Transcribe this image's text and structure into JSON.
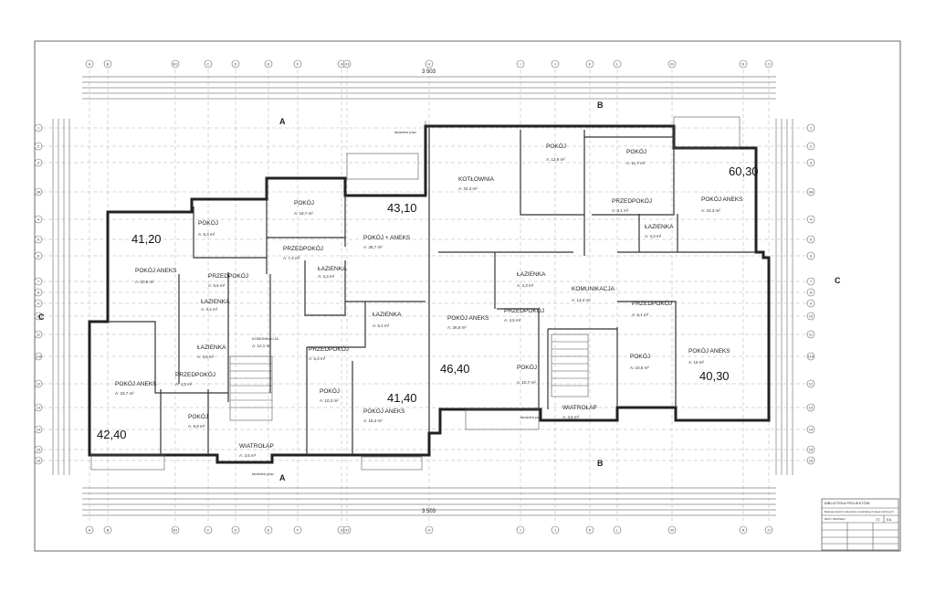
{
  "drawing": {
    "overall_dimension": "3 503",
    "grid_columns_top": [
      "A",
      "B",
      "B1",
      "C",
      "D",
      "E",
      "F",
      "G",
      "G1",
      "H",
      "I",
      "J",
      "K",
      "L",
      "M",
      "N",
      "O"
    ],
    "grid_rows": [
      "1",
      "2",
      "3",
      "3A",
      "4",
      "5",
      "6",
      "7",
      "8",
      "9",
      "10",
      "11",
      "11A",
      "12",
      "13",
      "14",
      "15",
      "16"
    ],
    "section_marks": [
      "A",
      "A",
      "B",
      "B",
      "C",
      "C"
    ],
    "apartment_areas": [
      "41,20",
      "43,10",
      "60,30",
      "46,40",
      "41,40",
      "40,30",
      "42,40"
    ],
    "rooms": [
      {
        "name": "POKÓJ",
        "area": "A: 9,3 m²"
      },
      {
        "name": "POKÓJ ANEKS",
        "area": "A: 20,9 m²"
      },
      {
        "name": "PRZEDPOKÓJ",
        "area": "A: 6,6 m²"
      },
      {
        "name": "ŁAZIENKA",
        "area": "A: 4,4 m²"
      },
      {
        "name": "POKÓJ",
        "area": "A: 18,7 m²"
      },
      {
        "name": "PRZEDPOKÓJ",
        "area": "A: 7,4 m²"
      },
      {
        "name": "ŁAZIENKA",
        "area": "A: 4,3 m²"
      },
      {
        "name": "POKÓJ + ANEKS",
        "area": "A: 28,7 m²"
      },
      {
        "name": "KOTŁOWNIA",
        "area": "A: 34,3 m²"
      },
      {
        "name": "POKÓJ",
        "area": "A: 12,9 m²"
      },
      {
        "name": "POKÓJ",
        "area": "A: 11,7 m²"
      },
      {
        "name": "PRZEDPOKÓJ",
        "area": "A: 8,1 m²"
      },
      {
        "name": "POKÓJ ANEKS",
        "area": "A: 23,3 m²"
      },
      {
        "name": "ŁAZIENKA",
        "area": "A: 4,3 m²"
      },
      {
        "name": "ŁAZIENKA",
        "area": "A: 4,3 m²"
      },
      {
        "name": "KOMUNIKACJA",
        "area": "A: 13,4 m²"
      },
      {
        "name": "POKÓJ ANEKS",
        "area": "A: 26,8 m²"
      },
      {
        "name": "PRZEDPOKÓJ",
        "area": "A: 4,5 m²"
      },
      {
        "name": "POKÓJ",
        "area": "A: 10,7 m²"
      },
      {
        "name": "ŁAZIENKA",
        "area": "A: 6,1 m²"
      },
      {
        "name": "PRZEDPOKÓJ",
        "area": "A: 5,1 m²"
      },
      {
        "name": "POKÓJ",
        "area": "A: 10,5 m²"
      },
      {
        "name": "POKÓJ ANEKS",
        "area": "A: 16 m²"
      },
      {
        "name": "ŁAZIENKA",
        "area": "A: 4,6 m²"
      },
      {
        "name": "KOMUNIKACJA",
        "area": "A: 12,1 m²"
      },
      {
        "name": "PRZEDPOKÓJ",
        "area": "A: 6,4 m²"
      },
      {
        "name": "POKÓJ",
        "area": "A: 10,3 m²"
      },
      {
        "name": "POKÓJ ANEKS",
        "area": "A: 18,4 m²"
      },
      {
        "name": "POKÓJ ANEKS",
        "area": "A: 23,7 m²"
      },
      {
        "name": "PRZEDPOKÓJ",
        "area": "A: 4,3 m²"
      },
      {
        "name": "POKÓJ",
        "area": "A: 9,8 m²"
      },
      {
        "name": "WIATROŁAP",
        "area": "A: 3,5 m²"
      },
      {
        "name": "WIATROŁAP",
        "area": "A: 3,6 m²"
      }
    ],
    "notes": [
      "taras/ew pow.",
      "taras/ew pow.",
      "taras/ew pow."
    ],
    "sheet_number": "72",
    "sheet_code": "EA"
  },
  "title_block": {
    "header": "BIBLIOTEKA PROJEKTÓW",
    "line1": "Budowa dwóch budynków mieszkalnych wielorodzinnych",
    "line2": "RZUT PARTERU"
  }
}
